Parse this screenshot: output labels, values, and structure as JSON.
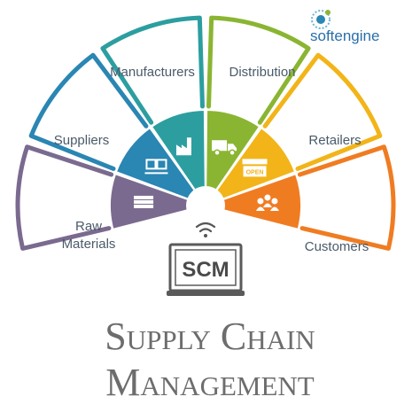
{
  "diagram": {
    "segments": [
      {
        "label_lines": [
          "Raw",
          "Materials"
        ],
        "color": "#7b6a8f",
        "icon": "stacked-books-icon"
      },
      {
        "label_lines": [
          "Suppliers"
        ],
        "color": "#2a86b3",
        "icon": "delivery-boxes-icon"
      },
      {
        "label_lines": [
          "Manufacturers"
        ],
        "color": "#2c9ea0",
        "icon": "factory-icon"
      },
      {
        "label_lines": [
          "Distribution"
        ],
        "color": "#8ab532",
        "icon": "truck-icon"
      },
      {
        "label_lines": [
          "Retailers"
        ],
        "color": "#f2b418",
        "icon": "store-open-icon"
      },
      {
        "label_lines": [
          "Customers"
        ],
        "color": "#f07c22",
        "icon": "customers-group-icon"
      }
    ],
    "center_label": "SCM",
    "store_sign": "OPEN"
  },
  "title": {
    "line1": "Supply Chain",
    "line2": "Management"
  },
  "brand": {
    "name": "softengine"
  }
}
